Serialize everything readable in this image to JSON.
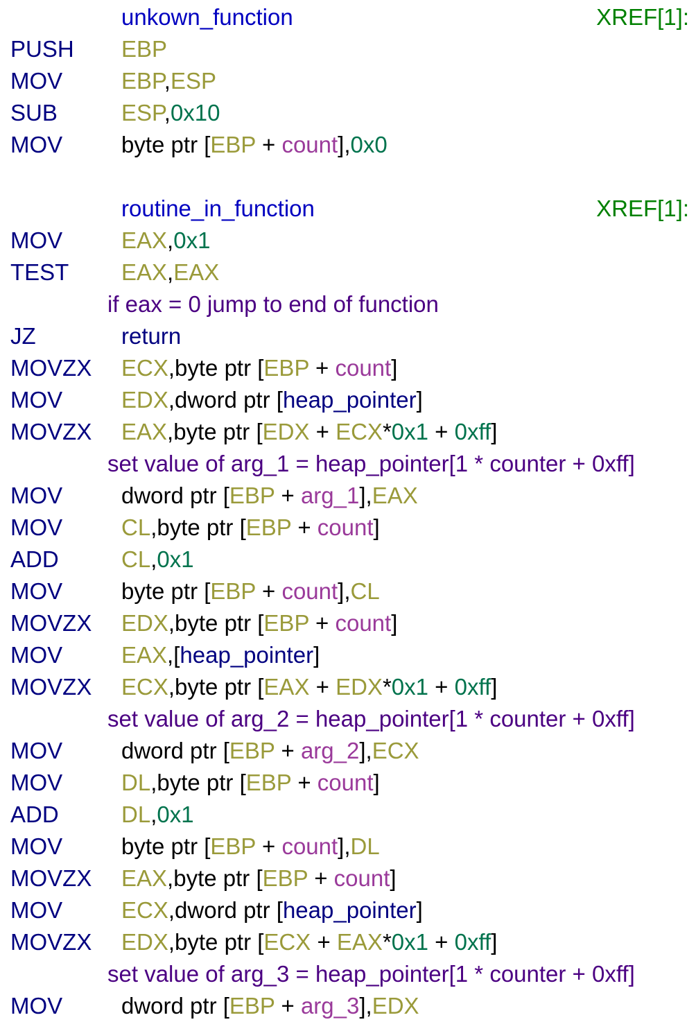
{
  "colors": {
    "mnemonic": "#000080",
    "label": "#0000c0",
    "xref": "#008000",
    "comment": "#4b0082",
    "register": "#9a9a3a",
    "number": "#00734d",
    "variable": "#9a3a9a",
    "symbol": "#000080",
    "text": "#000000"
  },
  "lines": [
    {
      "type": "label",
      "label": "unkown_function",
      "xref": "XREF[1]:"
    },
    {
      "type": "instr",
      "mnemonic": "PUSH",
      "operands": [
        [
          "reg",
          "EBP"
        ]
      ]
    },
    {
      "type": "instr",
      "mnemonic": "MOV",
      "operands": [
        [
          "reg",
          "EBP"
        ],
        [
          "text",
          ","
        ],
        [
          "reg",
          "ESP"
        ]
      ]
    },
    {
      "type": "instr",
      "mnemonic": "SUB",
      "operands": [
        [
          "reg",
          "ESP"
        ],
        [
          "text",
          ","
        ],
        [
          "num",
          "0x10"
        ]
      ]
    },
    {
      "type": "instr",
      "mnemonic": "MOV",
      "operands": [
        [
          "text",
          "byte ptr ["
        ],
        [
          "reg",
          "EBP"
        ],
        [
          "text",
          " + "
        ],
        [
          "var",
          "count"
        ],
        [
          "text",
          "],"
        ],
        [
          "num",
          "0x0"
        ]
      ]
    },
    {
      "type": "blank"
    },
    {
      "type": "label",
      "label": "routine_in_function",
      "xref": "XREF[1]:"
    },
    {
      "type": "instr",
      "mnemonic": "MOV",
      "operands": [
        [
          "reg",
          "EAX"
        ],
        [
          "text",
          ","
        ],
        [
          "num",
          "0x1"
        ]
      ]
    },
    {
      "type": "instr",
      "mnemonic": "TEST",
      "operands": [
        [
          "reg",
          "EAX"
        ],
        [
          "text",
          ","
        ],
        [
          "reg",
          "EAX"
        ]
      ]
    },
    {
      "type": "comment",
      "text": "if eax = 0 jump to end of function"
    },
    {
      "type": "instr",
      "mnemonic": "JZ",
      "operands": [
        [
          "sym",
          "return"
        ]
      ]
    },
    {
      "type": "instr",
      "mnemonic": "MOVZX",
      "operands": [
        [
          "reg",
          "ECX"
        ],
        [
          "text",
          ",byte ptr ["
        ],
        [
          "reg",
          "EBP"
        ],
        [
          "text",
          " + "
        ],
        [
          "var",
          "count"
        ],
        [
          "text",
          "]"
        ]
      ]
    },
    {
      "type": "instr",
      "mnemonic": "MOV",
      "operands": [
        [
          "reg",
          "EDX"
        ],
        [
          "text",
          ",dword ptr ["
        ],
        [
          "sym",
          "heap_pointer"
        ],
        [
          "text",
          "]"
        ]
      ]
    },
    {
      "type": "instr",
      "mnemonic": "MOVZX",
      "operands": [
        [
          "reg",
          "EAX"
        ],
        [
          "text",
          ",byte ptr ["
        ],
        [
          "reg",
          "EDX"
        ],
        [
          "text",
          " + "
        ],
        [
          "reg",
          "ECX"
        ],
        [
          "text",
          "*"
        ],
        [
          "num",
          "0x1"
        ],
        [
          "text",
          " + "
        ],
        [
          "num",
          "0xff"
        ],
        [
          "text",
          "]"
        ]
      ]
    },
    {
      "type": "comment",
      "text": "set value of arg_1 = heap_pointer[1 * counter + 0xff]"
    },
    {
      "type": "instr",
      "mnemonic": "MOV",
      "operands": [
        [
          "text",
          "dword ptr ["
        ],
        [
          "reg",
          "EBP"
        ],
        [
          "text",
          " + "
        ],
        [
          "var",
          "arg_1"
        ],
        [
          "text",
          "],"
        ],
        [
          "reg",
          "EAX"
        ]
      ]
    },
    {
      "type": "instr",
      "mnemonic": "MOV",
      "operands": [
        [
          "reg",
          "CL"
        ],
        [
          "text",
          ",byte ptr ["
        ],
        [
          "reg",
          "EBP"
        ],
        [
          "text",
          " + "
        ],
        [
          "var",
          "count"
        ],
        [
          "text",
          "]"
        ]
      ]
    },
    {
      "type": "instr",
      "mnemonic": "ADD",
      "operands": [
        [
          "reg",
          "CL"
        ],
        [
          "text",
          ","
        ],
        [
          "num",
          "0x1"
        ]
      ]
    },
    {
      "type": "instr",
      "mnemonic": "MOV",
      "operands": [
        [
          "text",
          "byte ptr ["
        ],
        [
          "reg",
          "EBP"
        ],
        [
          "text",
          " + "
        ],
        [
          "var",
          "count"
        ],
        [
          "text",
          "],"
        ],
        [
          "reg",
          "CL"
        ]
      ]
    },
    {
      "type": "instr",
      "mnemonic": "MOVZX",
      "operands": [
        [
          "reg",
          "EDX"
        ],
        [
          "text",
          ",byte ptr ["
        ],
        [
          "reg",
          "EBP"
        ],
        [
          "text",
          " + "
        ],
        [
          "var",
          "count"
        ],
        [
          "text",
          "]"
        ]
      ]
    },
    {
      "type": "instr",
      "mnemonic": "MOV",
      "operands": [
        [
          "reg",
          "EAX"
        ],
        [
          "text",
          ",["
        ],
        [
          "sym",
          "heap_pointer"
        ],
        [
          "text",
          "]"
        ]
      ]
    },
    {
      "type": "instr",
      "mnemonic": "MOVZX",
      "operands": [
        [
          "reg",
          "ECX"
        ],
        [
          "text",
          ",byte ptr ["
        ],
        [
          "reg",
          "EAX"
        ],
        [
          "text",
          " + "
        ],
        [
          "reg",
          "EDX"
        ],
        [
          "text",
          "*"
        ],
        [
          "num",
          "0x1"
        ],
        [
          "text",
          " + "
        ],
        [
          "num",
          "0xff"
        ],
        [
          "text",
          "]"
        ]
      ]
    },
    {
      "type": "comment",
      "text": "set value of arg_2 = heap_pointer[1 * counter + 0xff]"
    },
    {
      "type": "instr",
      "mnemonic": "MOV",
      "operands": [
        [
          "text",
          "dword ptr ["
        ],
        [
          "reg",
          "EBP"
        ],
        [
          "text",
          " + "
        ],
        [
          "var",
          "arg_2"
        ],
        [
          "text",
          "],"
        ],
        [
          "reg",
          "ECX"
        ]
      ]
    },
    {
      "type": "instr",
      "mnemonic": "MOV",
      "operands": [
        [
          "reg",
          "DL"
        ],
        [
          "text",
          ",byte ptr ["
        ],
        [
          "reg",
          "EBP"
        ],
        [
          "text",
          " + "
        ],
        [
          "var",
          "count"
        ],
        [
          "text",
          "]"
        ]
      ]
    },
    {
      "type": "instr",
      "mnemonic": "ADD",
      "operands": [
        [
          "reg",
          "DL"
        ],
        [
          "text",
          ","
        ],
        [
          "num",
          "0x1"
        ]
      ]
    },
    {
      "type": "instr",
      "mnemonic": "MOV",
      "operands": [
        [
          "text",
          "byte ptr ["
        ],
        [
          "reg",
          "EBP"
        ],
        [
          "text",
          " + "
        ],
        [
          "var",
          "count"
        ],
        [
          "text",
          "],"
        ],
        [
          "reg",
          "DL"
        ]
      ]
    },
    {
      "type": "instr",
      "mnemonic": "MOVZX",
      "operands": [
        [
          "reg",
          "EAX"
        ],
        [
          "text",
          ",byte ptr ["
        ],
        [
          "reg",
          "EBP"
        ],
        [
          "text",
          " + "
        ],
        [
          "var",
          "count"
        ],
        [
          "text",
          "]"
        ]
      ]
    },
    {
      "type": "instr",
      "mnemonic": "MOV",
      "operands": [
        [
          "reg",
          "ECX"
        ],
        [
          "text",
          ",dword ptr ["
        ],
        [
          "sym",
          "heap_pointer"
        ],
        [
          "text",
          "]"
        ]
      ]
    },
    {
      "type": "instr",
      "mnemonic": "MOVZX",
      "operands": [
        [
          "reg",
          "EDX"
        ],
        [
          "text",
          ",byte ptr ["
        ],
        [
          "reg",
          "ECX"
        ],
        [
          "text",
          " + "
        ],
        [
          "reg",
          "EAX"
        ],
        [
          "text",
          "*"
        ],
        [
          "num",
          "0x1"
        ],
        [
          "text",
          " + "
        ],
        [
          "num",
          "0xff"
        ],
        [
          "text",
          "]"
        ]
      ]
    },
    {
      "type": "comment",
      "text": "set value of arg_3 = heap_pointer[1 * counter + 0xff]"
    },
    {
      "type": "instr",
      "mnemonic": "MOV",
      "operands": [
        [
          "text",
          "dword ptr ["
        ],
        [
          "reg",
          "EBP"
        ],
        [
          "text",
          " + "
        ],
        [
          "var",
          "arg_3"
        ],
        [
          "text",
          "],"
        ],
        [
          "reg",
          "EDX"
        ]
      ]
    }
  ]
}
